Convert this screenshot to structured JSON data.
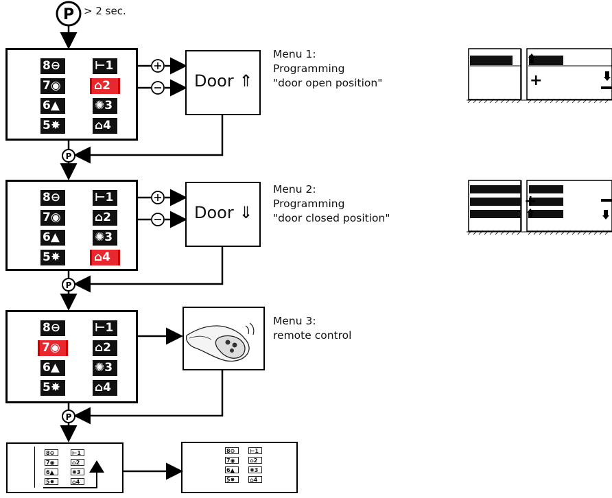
{
  "start": {
    "button": "P",
    "duration": "> 2 sec."
  },
  "keypad": {
    "left": [
      "8⊖",
      "7◉",
      "6▲",
      "5✸"
    ],
    "right": [
      "⊢1",
      "⌂2",
      "✺3",
      "⌂4"
    ]
  },
  "panels": [
    {
      "selected": "right-1"
    },
    {
      "selected": "right-3"
    },
    {
      "selected": "left-1"
    }
  ],
  "menus": [
    {
      "box_text": "Door ⇑",
      "title": "Menu 1:",
      "line2": "Programming",
      "line3": "\"door open position\""
    },
    {
      "box_text": "Door ⇓",
      "title": "Menu 2:",
      "line2": "Programming",
      "line3": "\"door closed position\""
    },
    {
      "title": "Menu 3:",
      "line2": "remote control"
    }
  ],
  "signs": {
    "plus": "+",
    "minus": "−",
    "p": "P"
  },
  "colors": {
    "highlight": "#e8272e",
    "ink": "#111111"
  }
}
